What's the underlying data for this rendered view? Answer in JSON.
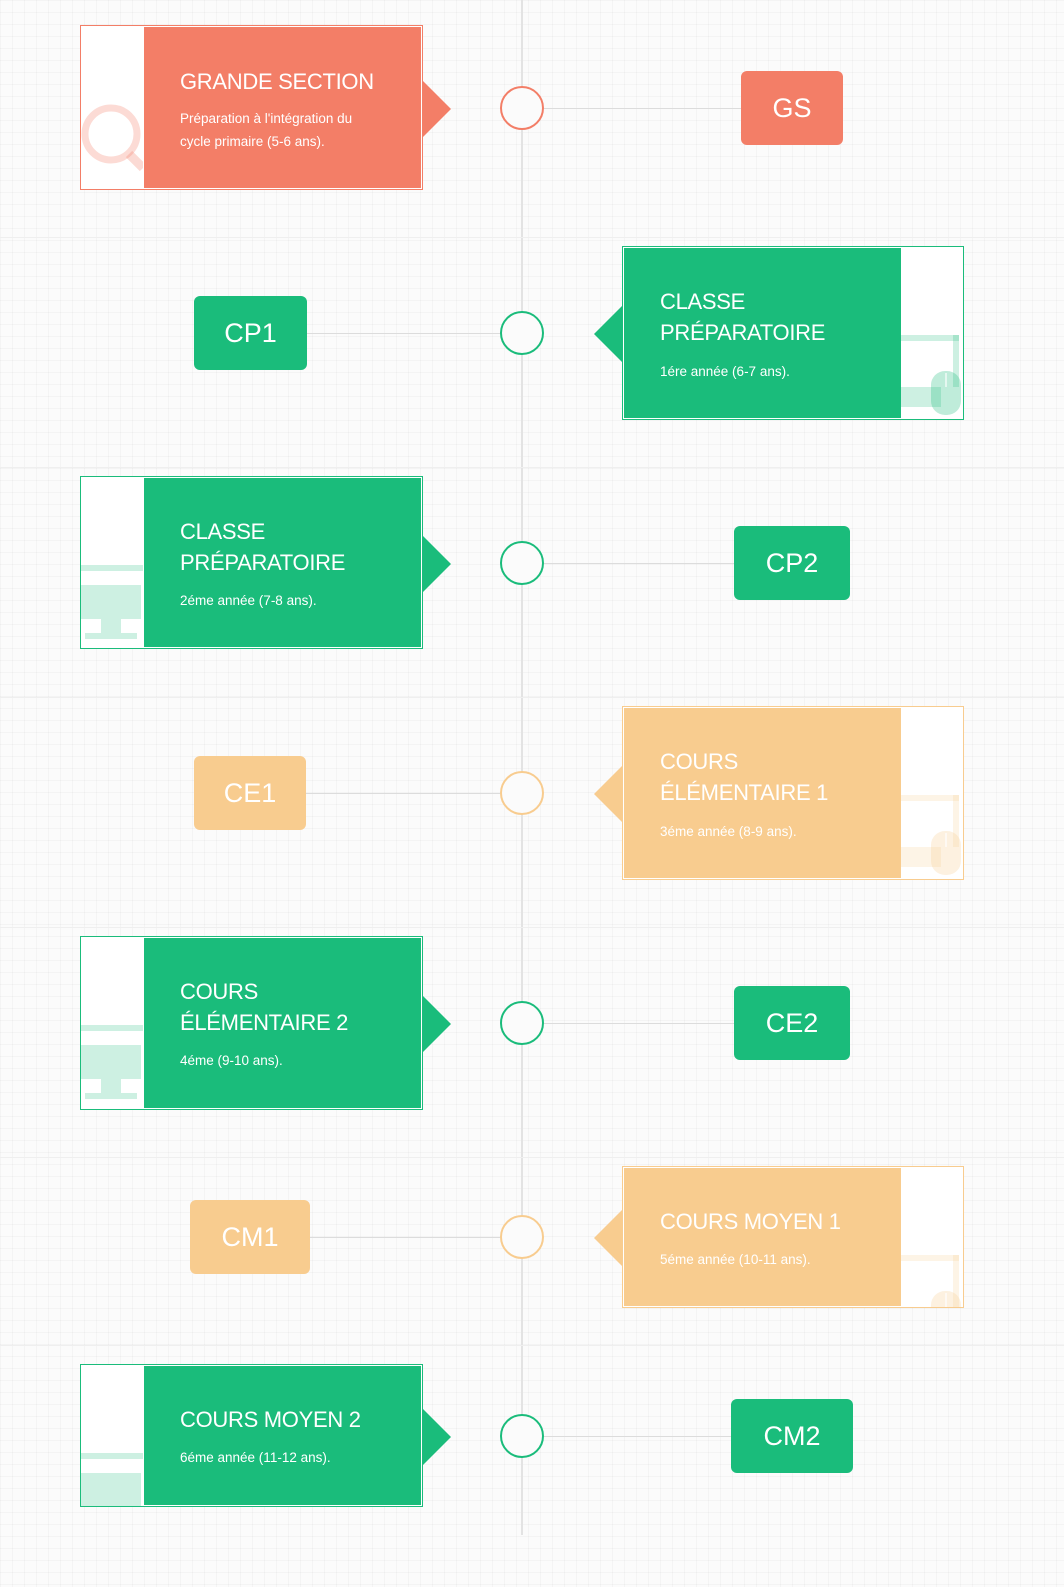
{
  "colors": {
    "coral": "#f37e67",
    "green": "#1abc7b",
    "peach": "#f8cc8f",
    "line": "#e3e3e3"
  },
  "timeline": [
    {
      "color": "coral",
      "title": "GRANDE SECTION",
      "subtitle": "Préparation à l'intégration du cycle primaire (5-6 ans).",
      "badge": "GS",
      "icon": "magnifier-icon"
    },
    {
      "color": "green",
      "title": "CLASSE PRÉPARATOIRE",
      "subtitle": "1ére année (6-7 ans).",
      "badge": "CP1",
      "icon": "computer-icon"
    },
    {
      "color": "green",
      "title": "CLASSE PRÉPARATOIRE",
      "subtitle": "2éme année (7-8 ans).",
      "badge": "CP2",
      "icon": "computer-icon"
    },
    {
      "color": "peach",
      "title": "COURS ÉLÉMENTAIRE 1",
      "subtitle": "3éme année (8-9 ans).",
      "badge": "CE1",
      "icon": "computer-icon"
    },
    {
      "color": "green",
      "title": "COURS ÉLÉMENTAIRE 2",
      "subtitle": "4éme (9-10 ans).",
      "badge": "CE2",
      "icon": "computer-icon"
    },
    {
      "color": "peach",
      "title": "COURS MOYEN 1",
      "subtitle": "5éme année (10-11 ans).",
      "badge": "CM1",
      "icon": "computer-icon"
    },
    {
      "color": "green",
      "title": "COURS MOYEN 2",
      "subtitle": "6éme année (11-12 ans).",
      "badge": "CM2",
      "icon": "computer-icon"
    }
  ]
}
